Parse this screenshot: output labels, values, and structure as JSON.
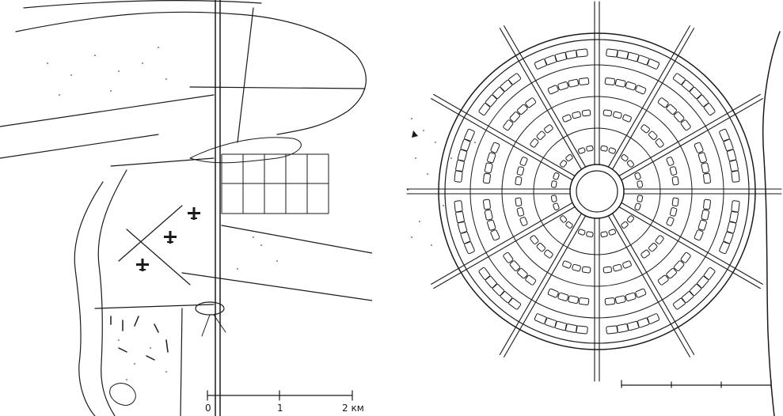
{
  "left_map": {
    "scale_bar": {
      "labels": [
        "0",
        "1",
        "2 км"
      ]
    },
    "icons": [
      "airplane-icon",
      "airplane-icon",
      "airplane-icon"
    ]
  },
  "right_map": {
    "scale_bar": {
      "labels": []
    }
  },
  "colors": {
    "ink": "#1a1a1a",
    "paper": "#ffffff"
  }
}
